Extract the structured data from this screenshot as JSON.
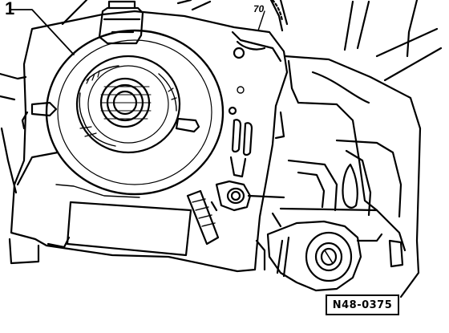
{
  "figure": {
    "callouts": [
      {
        "id": "callout-1",
        "text": "1"
      },
      {
        "id": "callout-70",
        "text": "70"
      }
    ],
    "reference_code": "N48-0375"
  }
}
